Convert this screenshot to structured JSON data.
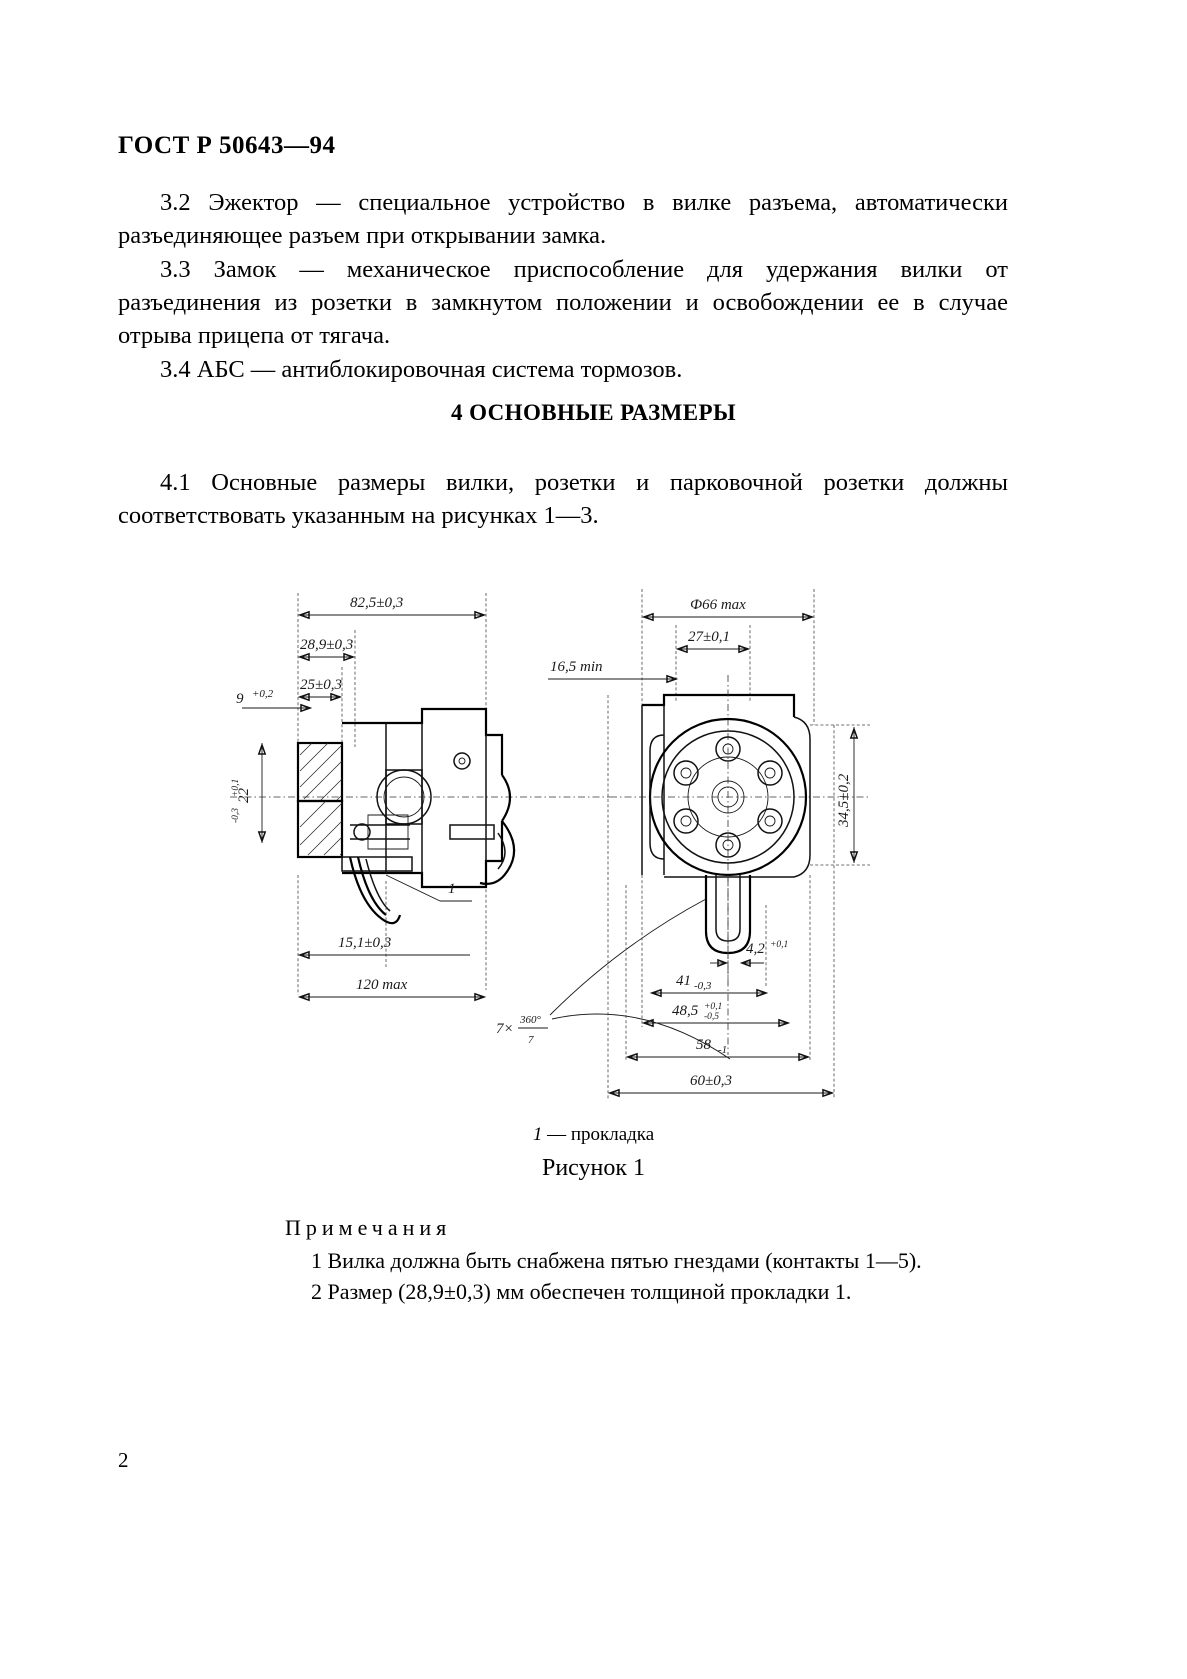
{
  "document": {
    "standard_header": "ГОСТ Р 50643—94",
    "page_number": "2"
  },
  "definitions": {
    "para_3_2": "3.2 Эжектор — специальное устройство в вилке разъема, автоматически разъединяющее разъем при открывании замка.",
    "para_3_3": "3.3 Замок — механическое приспособление для удержания вилки от разъединения из розетки в замкнутом положении и освобождении ее в случае отрыва прицепа от тягача.",
    "para_3_4": "3.4 АБС — антиблокировочная система тормозов."
  },
  "section": {
    "heading": "4 ОСНОВНЫЕ РАЗМЕРЫ",
    "para_4_1": "4.1 Основные размеры вилки, розетки и парковочной розетки должны соответствовать указанным на рисунках 1—3."
  },
  "figure": {
    "legend_marker": "1",
    "legend_dash": "—",
    "legend_text": "прокладка",
    "caption": "Рисунок 1",
    "dimensions": {
      "d_82_5": "82,5±0,3",
      "d_28_9": "28,9±0,3",
      "d_25": "25±0,3",
      "d_9": "9",
      "d_9_tol": "+0,2",
      "d_22_top": "+0,1",
      "d_22": "22",
      "d_22_bot": "-0,3",
      "d_15_1": "15,1±0,3",
      "d_120": "120 max",
      "d_7x360": "7×",
      "d_360": "360°",
      "d_7": "7",
      "d_phi66": "Ф66 max",
      "d_27": "27±0,1",
      "d_16_5": "16,5 min",
      "d_34_5": "34,5±0,2",
      "d_4_2": "4,2",
      "d_4_2_tol": "+0,1",
      "d_41": "41",
      "d_41_tol": "-0,3",
      "d_48_5": "48,5",
      "d_48_5_up": "+0,1",
      "d_48_5_dn": "-0,5",
      "d_58": "58",
      "d_58_tol": "-1",
      "d_60": "60±0,3",
      "part_label_1": "1"
    }
  },
  "notes": {
    "title": "Примечания",
    "note_1": "1 Вилка должна быть снабжена пятью гнездами (контакты 1—5).",
    "note_2": "2 Размер (28,9±0,3) мм обеспечен толщиной прокладки 1."
  }
}
